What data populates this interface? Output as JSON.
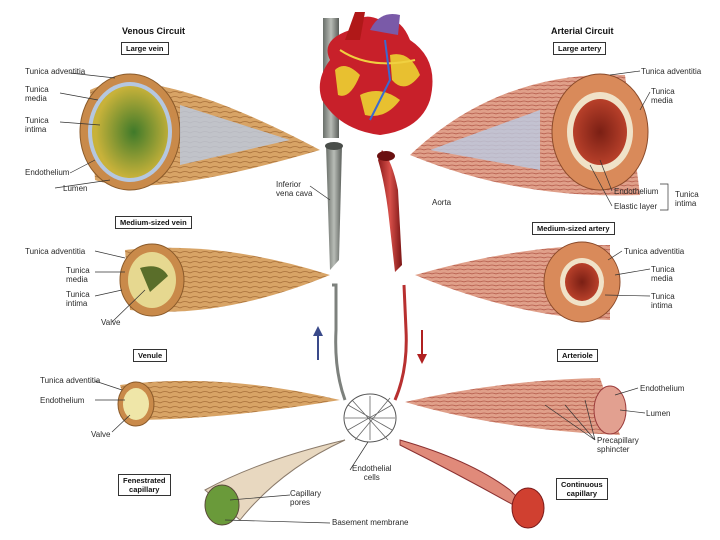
{
  "venous": {
    "title": "Venous Circuit",
    "large_vein": "Large vein",
    "medium_vein": "Medium-sized vein",
    "venule": "Venule",
    "fenestrated": [
      "Fenestrated",
      "capillary"
    ],
    "labels": {
      "tunica_adventitia_1": "Tunica adventitia",
      "tunica_media_1": [
        "Tunica",
        "media"
      ],
      "tunica_intima_1": [
        "Tunica",
        "intima"
      ],
      "endothelium_1": "Endothelium",
      "lumen": "Lumen",
      "inferior_vena_cava": [
        "Inferior",
        "vena cava"
      ],
      "tunica_adventitia_2": "Tunica adventitia",
      "tunica_media_2": [
        "Tunica",
        "media"
      ],
      "tunica_intima_2": [
        "Tunica",
        "intima"
      ],
      "valve_1": "Valve",
      "tunica_adventitia_3": "Tunica adventitia",
      "endothelium_3": "Endothelium",
      "valve_3": "Valve",
      "capillary_pores": [
        "Capillary",
        "pores"
      ]
    }
  },
  "arterial": {
    "title": "Arterial Circuit",
    "large_artery": "Large artery",
    "medium_artery": "Medium-sized artery",
    "arteriole": "Arteriole",
    "continuous": [
      "Continuous",
      "capillary"
    ],
    "labels": {
      "tunica_adventitia_1": "Tunica adventitia",
      "tunica_media_1": [
        "Tunica",
        "media"
      ],
      "endothelium_1": "Endothelium",
      "elastic_layer": "Elastic layer",
      "tunica_intima_1": [
        "Tunica",
        "intima"
      ],
      "aorta": "Aorta",
      "tunica_adventitia_2": "Tunica adventitia",
      "tunica_media_2": [
        "Tunica",
        "media"
      ],
      "tunica_intima_2": [
        "Tunica",
        "intima"
      ],
      "endothelium_3": "Endothelium",
      "lumen_3": "Lumen",
      "precapillary_sphincter": [
        "Precapillary",
        "sphincter"
      ]
    }
  },
  "shared": {
    "endothelial_cells": [
      "Endothelial",
      "cells"
    ],
    "basement_membrane": "Basement membrane"
  },
  "colors": {
    "vein_blue": "#4a5a9a",
    "artery_red": "#b0202a",
    "adventitia": "#d9a56a",
    "media_yellow": "#e8c24a",
    "intima_blue": "#c3d3e8"
  }
}
